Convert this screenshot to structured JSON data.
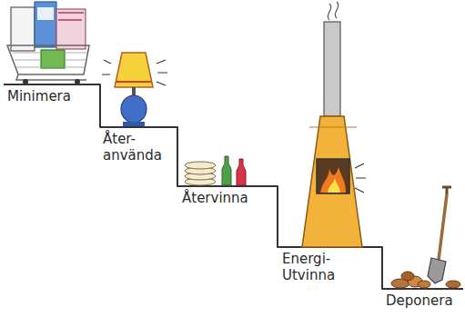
{
  "diagram": {
    "labels": [
      "Minimera",
      "Åter- använda",
      "Återvinna",
      "Energi- Utvinna",
      "Deponera"
    ]
  }
}
